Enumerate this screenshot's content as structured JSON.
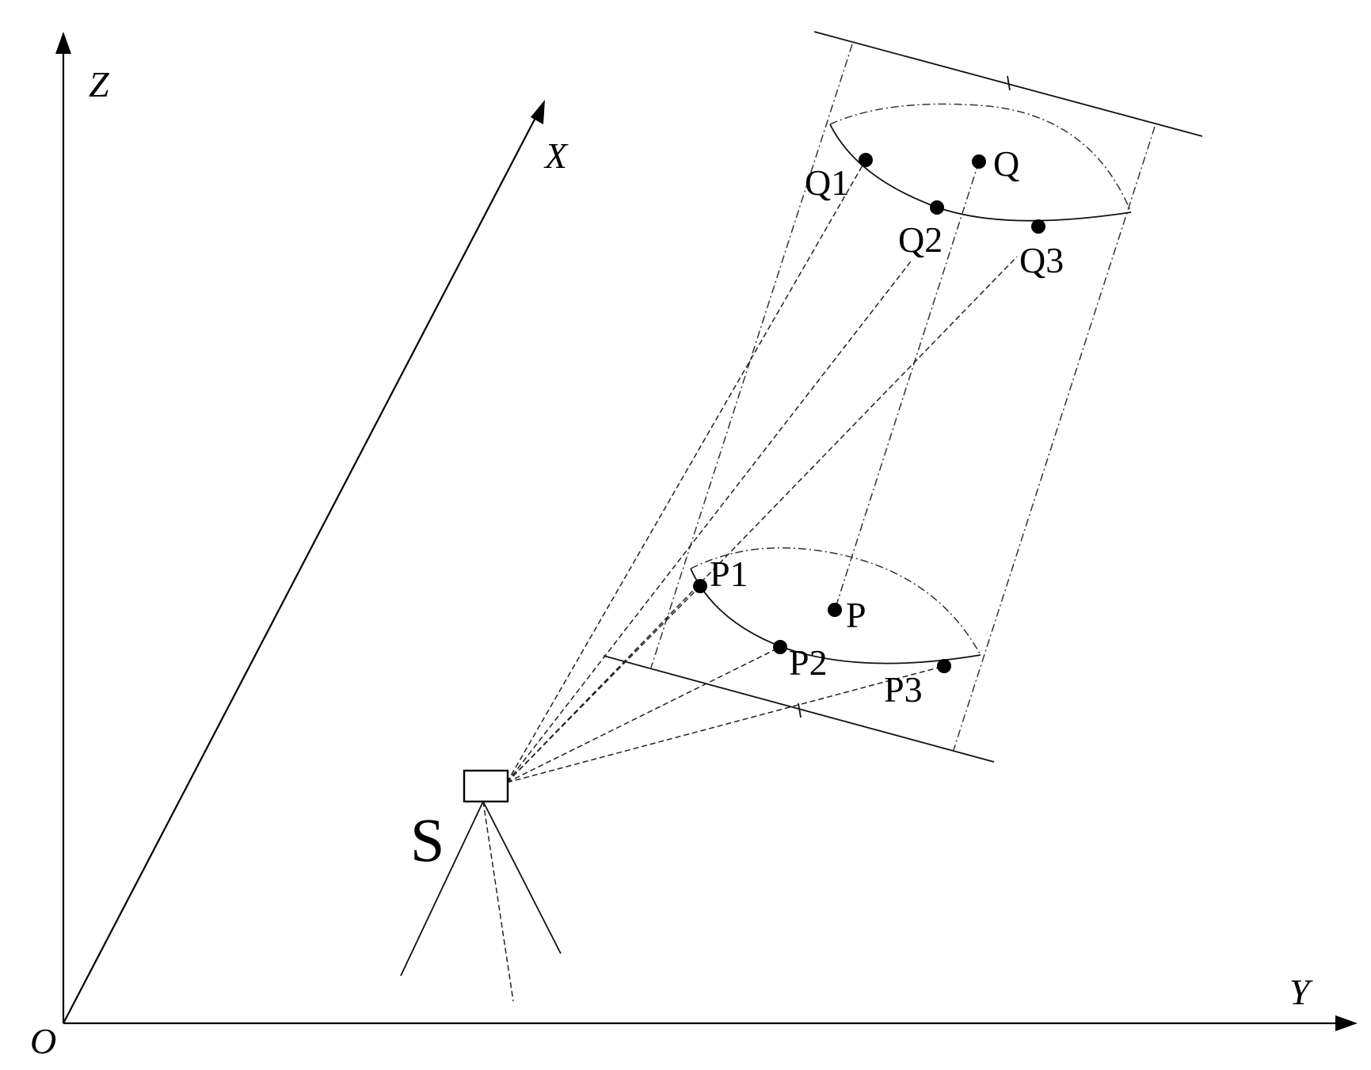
{
  "axes": {
    "origin": "O",
    "x": "X",
    "y": "Y",
    "z": "Z"
  },
  "station": {
    "label": "S"
  },
  "top_section": {
    "center": "Q",
    "points": [
      "Q1",
      "Q2",
      "Q3"
    ]
  },
  "bottom_section": {
    "center": "P",
    "points": [
      "P1",
      "P2",
      "P3"
    ]
  }
}
